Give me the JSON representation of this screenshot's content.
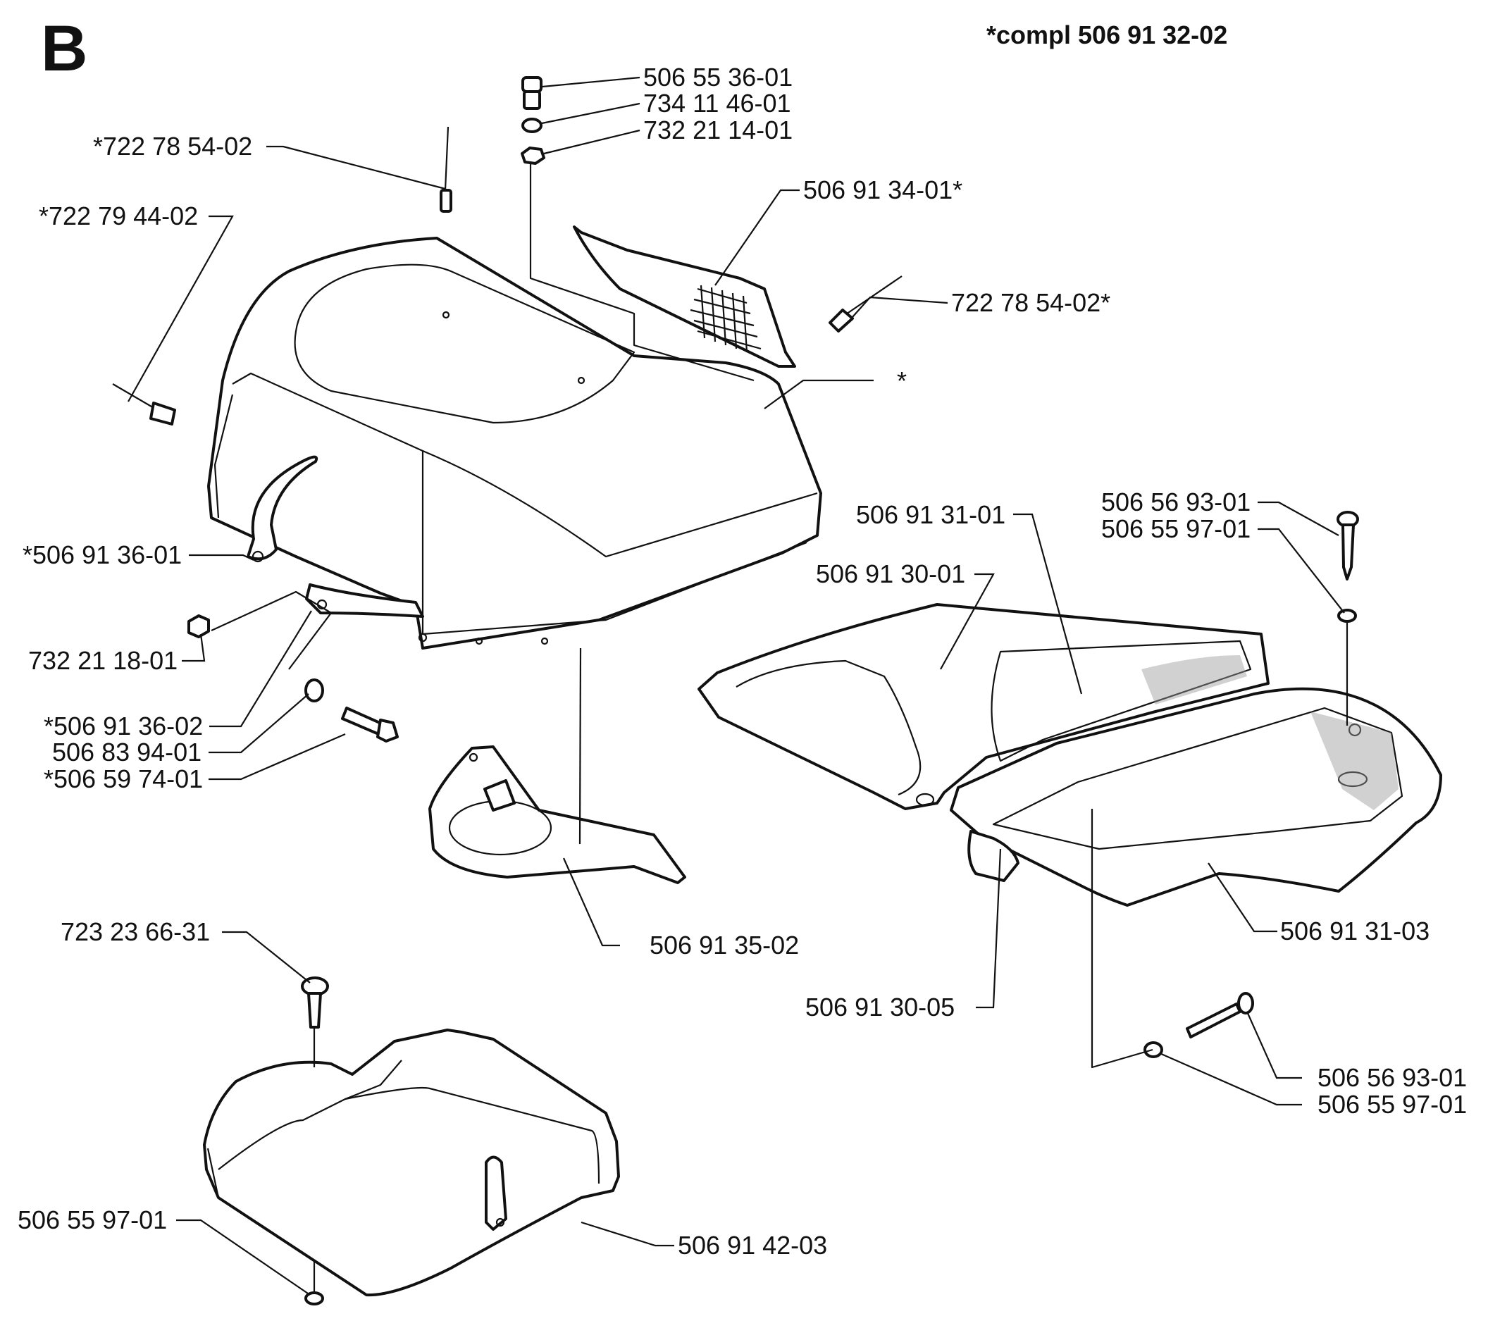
{
  "section_letter": "B",
  "assembly_note": "*compl 506 91 32-02",
  "parts": [
    {
      "id": "p01",
      "label": "506 55 36-01"
    },
    {
      "id": "p02",
      "label": "734 11 46-01"
    },
    {
      "id": "p03",
      "label": "732 21 14-01"
    },
    {
      "id": "p04",
      "label": "*722 78 54-02"
    },
    {
      "id": "p05",
      "label": "506 91 34-01*"
    },
    {
      "id": "p06",
      "label": "*722 79 44-02"
    },
    {
      "id": "p07",
      "label": "722 78 54-02*"
    },
    {
      "id": "p08",
      "label": "*"
    },
    {
      "id": "p09",
      "label": "506 56 93-01"
    },
    {
      "id": "p10",
      "label": "506 91 31-01"
    },
    {
      "id": "p11",
      "label": "506 55 97-01"
    },
    {
      "id": "p12",
      "label": "*506 91 36-01"
    },
    {
      "id": "p13",
      "label": "506 91 30-01"
    },
    {
      "id": "p14",
      "label": "732 21 18-01"
    },
    {
      "id": "p15",
      "label": "*506 91 36-02"
    },
    {
      "id": "p16",
      "label": "506 83 94-01"
    },
    {
      "id": "p17",
      "label": "*506 59 74-01"
    },
    {
      "id": "p18",
      "label": "506 91 35-02"
    },
    {
      "id": "p19",
      "label": "506 91 31-03"
    },
    {
      "id": "p20",
      "label": "723 23 66-31"
    },
    {
      "id": "p21",
      "label": "506 91 30-05"
    },
    {
      "id": "p22",
      "label": "506 56 93-01"
    },
    {
      "id": "p23",
      "label": "506 55 97-01"
    },
    {
      "id": "p24",
      "label": "506 55 97-01"
    },
    {
      "id": "p25",
      "label": "506 91 42-03"
    }
  ]
}
